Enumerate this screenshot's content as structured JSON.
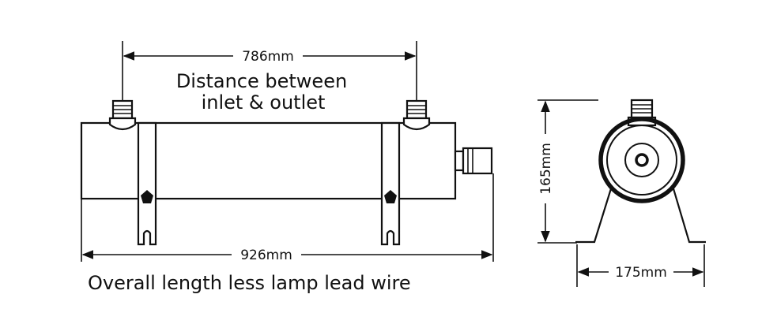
{
  "dimensions": {
    "inlet_outlet_distance": "786mm",
    "overall_length": "926mm",
    "height": "165mm",
    "base_width": "175mm"
  },
  "captions": {
    "distance_line1": "Distance between",
    "distance_line2": "inlet & outlet",
    "overall": "Overall length less lamp lead wire"
  }
}
